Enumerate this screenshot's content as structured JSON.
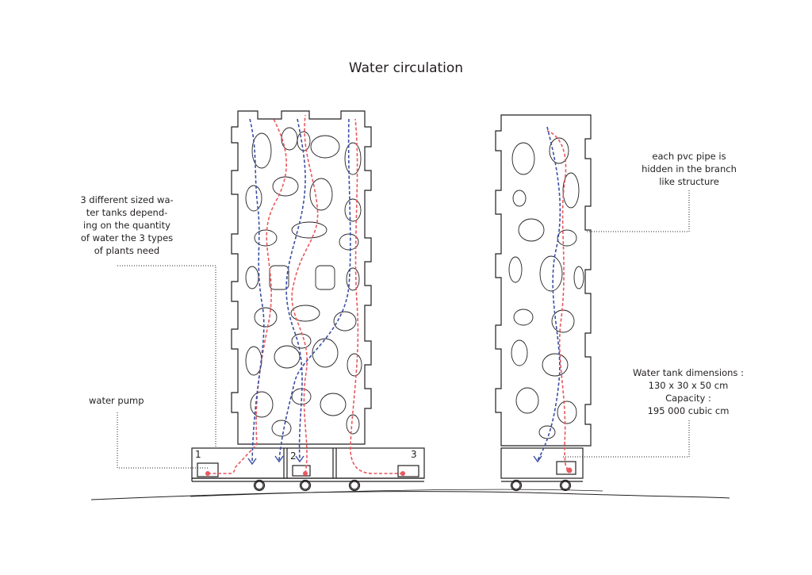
{
  "title": "Water circulation",
  "annotations": {
    "tanks_note": [
      "3 different sized wa-",
      "ter tanks depend-",
      "ing on the quantity",
      "of water the 3 types",
      "of plants need"
    ],
    "water_pump": "water pump",
    "pvc_note": [
      "each pvc pipe is",
      "hidden in the branch",
      "like structure"
    ],
    "tank_dims": [
      "Water tank dimensions :",
      "130 x 30 x 50 cm",
      "Capacity :",
      "195 000 cubic cm"
    ]
  },
  "tank_numbers": [
    "1",
    "2",
    "3"
  ],
  "colors": {
    "line": "#231f20",
    "supply_pipe": "#e8585e",
    "return_pipe": "#3a4fa3"
  }
}
